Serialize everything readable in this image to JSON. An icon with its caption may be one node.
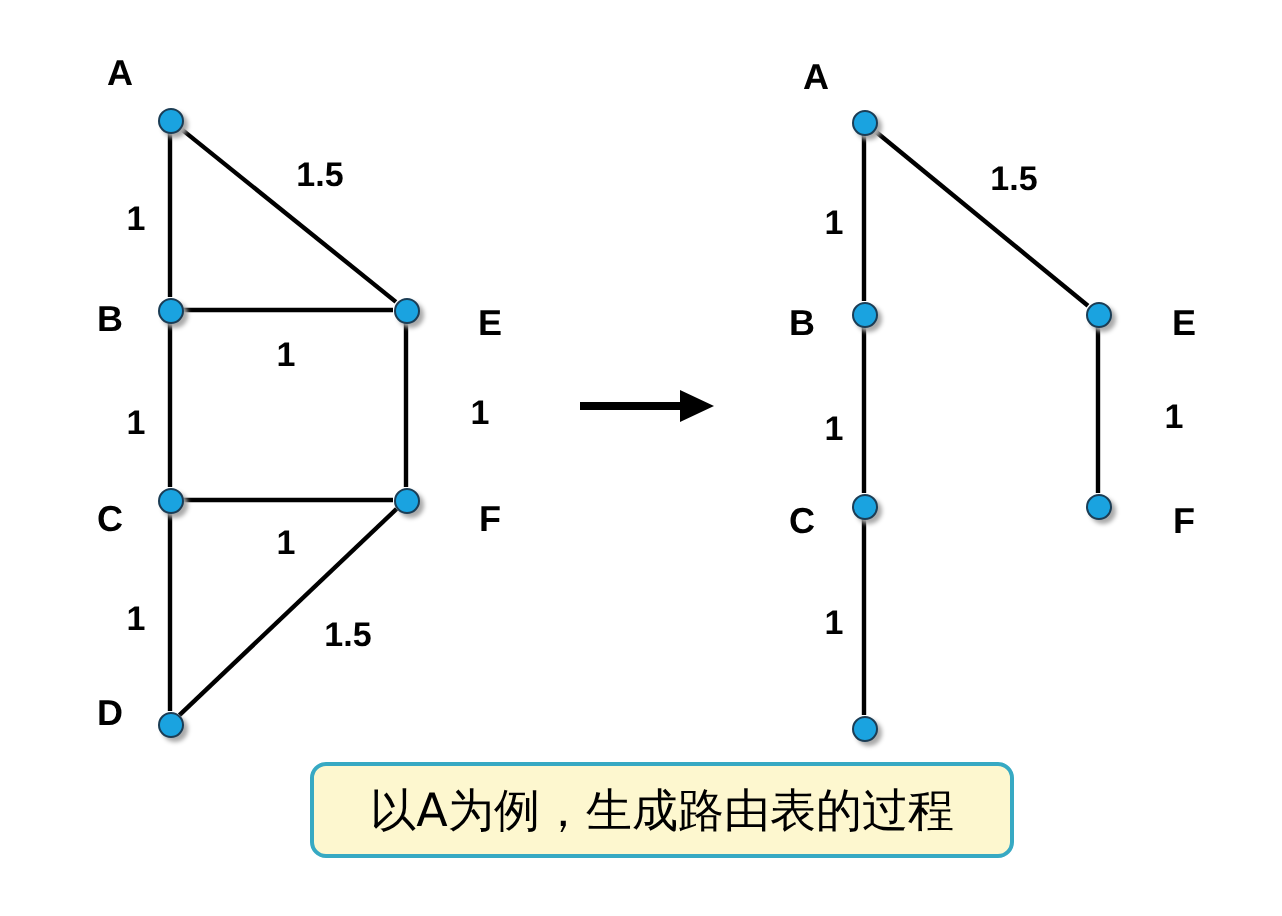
{
  "diagram": {
    "nodes": [
      {
        "text": [],
        "shape": "circle",
        "beside": [
          "A"
        ]
      },
      {
        "text": [],
        "shape": "circle",
        "beside": [
          "B"
        ]
      },
      {
        "text": [],
        "shape": "circle",
        "beside": [
          "E"
        ]
      },
      {
        "text": [],
        "shape": "circle",
        "beside": [
          "C"
        ]
      },
      {
        "text": [],
        "shape": "circle",
        "beside": [
          "F"
        ]
      },
      {
        "text": [],
        "shape": "circle",
        "beside": [
          "D"
        ]
      },
      {
        "text": [],
        "shape": "circle",
        "beside": [
          "A"
        ]
      },
      {
        "text": [],
        "shape": "circle",
        "beside": [
          "B"
        ]
      },
      {
        "text": [],
        "shape": "circle",
        "beside": [
          "E"
        ]
      },
      {
        "text": [],
        "shape": "circle",
        "beside": [
          "C"
        ]
      },
      {
        "text": [],
        "shape": "circle",
        "beside": [
          "F"
        ]
      },
      {
        "text": [],
        "shape": "circle"
      },
      {
        "text": [
          "以A为例，生成路由表的过程"
        ]
      }
    ],
    "edges": [
      {
        "from": 0,
        "to": 1,
        "arrow": "none",
        "label": "1"
      },
      {
        "from": 0,
        "to": 2,
        "arrow": "none",
        "label": "1.5"
      },
      {
        "from": 1,
        "to": 2,
        "arrow": "none",
        "label": "1"
      },
      {
        "from": 1,
        "to": 3,
        "arrow": "none",
        "label": "1"
      },
      {
        "from": 2,
        "to": 4,
        "arrow": "none",
        "label": "1"
      },
      {
        "from": 3,
        "to": 4,
        "arrow": "none",
        "label": "1"
      },
      {
        "from": 3,
        "to": 5,
        "arrow": "none",
        "label": "1"
      },
      {
        "from": 5,
        "to": 4,
        "arrow": "none",
        "label": "1.5"
      },
      {
        "from": 6,
        "to": 7,
        "arrow": "none",
        "label": "1"
      },
      {
        "from": 6,
        "to": 8,
        "arrow": "none",
        "label": "1.5"
      },
      {
        "from": 7,
        "to": 9,
        "arrow": "none",
        "label": "1"
      },
      {
        "from": 8,
        "to": 10,
        "arrow": "none",
        "label": "1"
      },
      {
        "from": 9,
        "to": 11,
        "arrow": "none",
        "label": "1"
      }
    ]
  }
}
